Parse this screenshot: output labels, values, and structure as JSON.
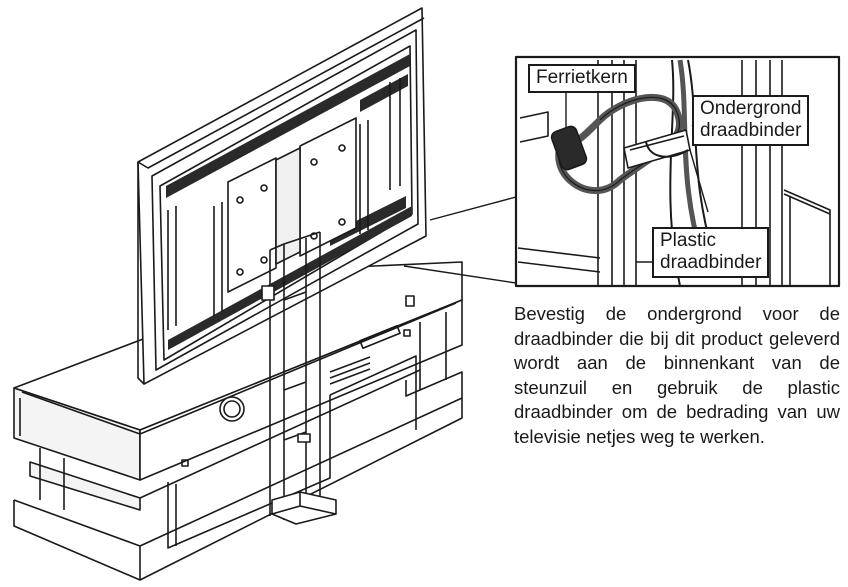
{
  "labels": {
    "ferrite_core": "Ferrietkern",
    "base_binder_line1": "Ondergrond",
    "base_binder_line2": "draadbinder",
    "plastic_binder_line1": "Plastic",
    "plastic_binder_line2": "draadbinder"
  },
  "caption": "Bevestig de ondergrond voor de draadbinder die bij dit product geleverd wordt aan de binnenkant van de steunzuil en gebruik de plastic draadbinder om de bedrading van uw televisie netjes weg te werken.",
  "colors": {
    "line": "#1a1a1a",
    "fill": "#ffffff",
    "shade": "#bdbdbd",
    "dark": "#2a2a2a"
  }
}
